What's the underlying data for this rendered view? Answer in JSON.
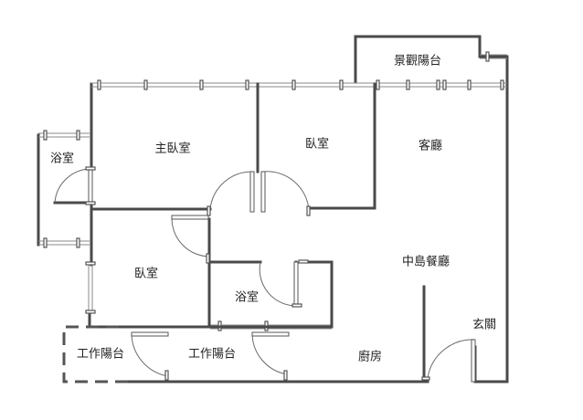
{
  "rooms": {
    "view_balcony": "景觀陽台",
    "master_bedroom": "主臥室",
    "bedroom_top": "臥室",
    "living_room": "客廳",
    "bathroom_left": "浴室",
    "island_dining": "中島餐廳",
    "bedroom_left": "臥室",
    "bathroom_center": "浴室",
    "entrance": "玄關",
    "service_balcony_left": "工作陽台",
    "service_balcony_center": "工作陽台",
    "kitchen": "廚房"
  }
}
